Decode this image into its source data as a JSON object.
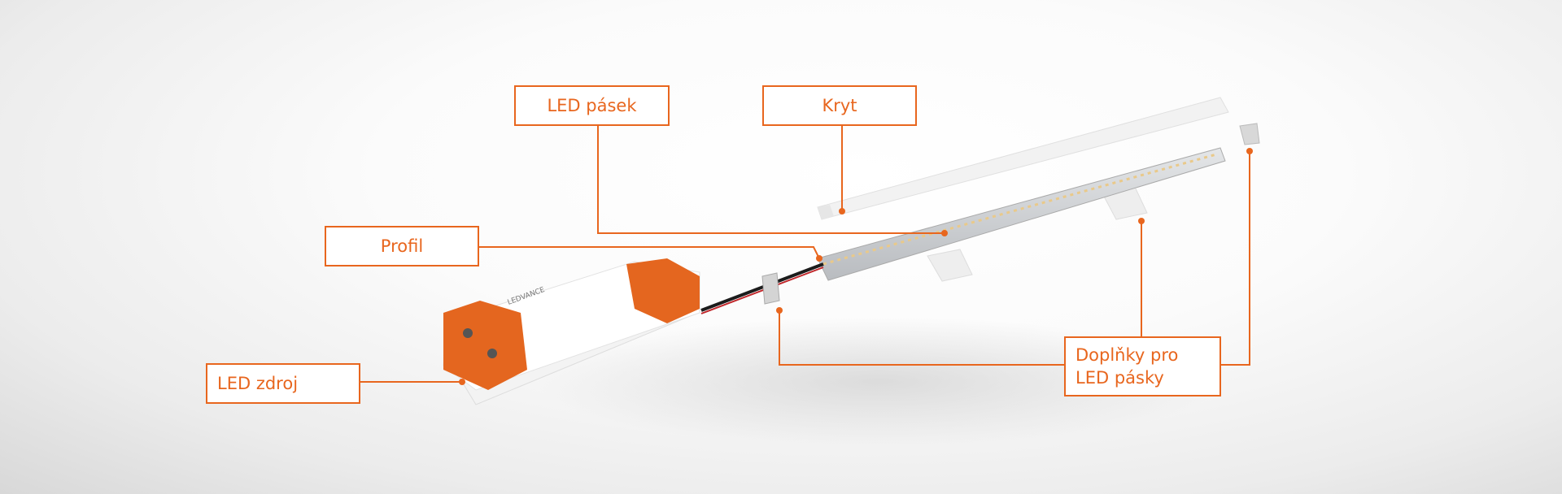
{
  "labels": {
    "led_strip": "LED pásek",
    "cover": "Kryt",
    "profile": "Profil",
    "power_supply": "LED zdroj",
    "accessories_line1": "Doplňky pro",
    "accessories_line2": "LED pásky"
  },
  "colors": {
    "accent": "#e8661e"
  }
}
